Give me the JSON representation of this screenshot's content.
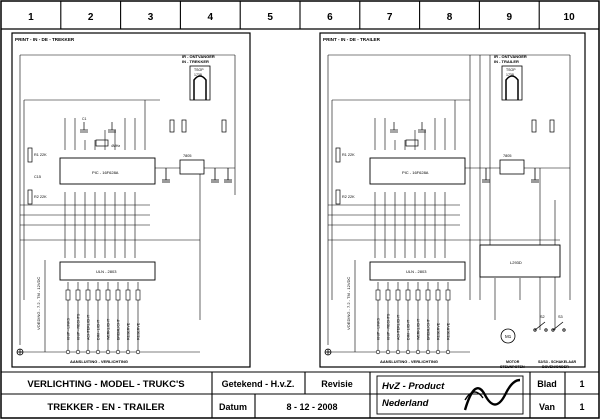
{
  "grid_columns": [
    "1",
    "2",
    "3",
    "4",
    "5",
    "6",
    "7",
    "8",
    "9",
    "10"
  ],
  "left_panel": {
    "title": "PRINT - IN - DE - TREKKER",
    "ir_label_1": "IR - ONTVANGER",
    "ir_label_2": "IN - TREKKER",
    "tsop": "TSOP",
    "tsop_model": "1738",
    "pic": "PIC - 16F628A",
    "uln": "ULN - 2803",
    "regulator": "7805",
    "cap_c1": "C1",
    "crystal": "4MHz",
    "res_r1": "R1 22K",
    "res_r2": "R2 22K",
    "cap_c15": "C15",
    "supply": "VOEDING - 7.2 - TM - 12VDC",
    "outputs": [
      "KNIP - LINKS",
      "KNIP - RECHTS",
      "ACHTERLICHT",
      "DIM - LICHT",
      "WERKLICHT",
      "BREMLICHT",
      "RESERVE",
      "RESERVE"
    ],
    "conn_label": "AANSLUITING - VERLICHTING"
  },
  "right_panel": {
    "title": "PRINT - IN - DE - TRAILER",
    "ir_label_1": "IR - ONTVANGER",
    "ir_label_2": "IN - TRAILER",
    "tsop": "TSOP",
    "tsop_model": "1738",
    "pic": "PIC - 16F628A",
    "uln": "ULN - 2803",
    "regulator": "7805",
    "driver": "L293D",
    "res_r1": "R1 22K",
    "res_r2": "R2 22K",
    "supply": "VOEDING - 7.2 - TM - 12VDC",
    "outputs": [
      "KNIP - LINKS",
      "KNIP - RECHTS",
      "ACHTERLICHT",
      "DIM - LICHT",
      "WERKLICHT",
      "BREMLICHT",
      "RESERVE",
      "RESERVE"
    ],
    "conn_label": "AANSLUITING - VERLICHTING",
    "motor_label": "MOTOR",
    "motor_sub": "STEUNPOTEN",
    "motor_name": "M1",
    "switch_label_1": "S2/S3 - SCHAKELAAR",
    "switch_label_2": "BOVEN/ONDER",
    "switch_names": [
      "S2",
      "S3"
    ]
  },
  "title_block": {
    "title_line1": "VERLICHTING - MODEL - TRUKC'S",
    "title_line2": "TREKKER - EN - TRAILER",
    "drawn_label": "Getekend - H.v.Z.",
    "revision_label": "Revisie",
    "date_label": "Datum",
    "date_value": "8 - 12 - 2008",
    "logo_line1": "HvZ - Product",
    "logo_line2": "Nederland",
    "sheet_label": "Blad",
    "sheet_value": "1",
    "of_label": "Van",
    "of_value": "1"
  }
}
